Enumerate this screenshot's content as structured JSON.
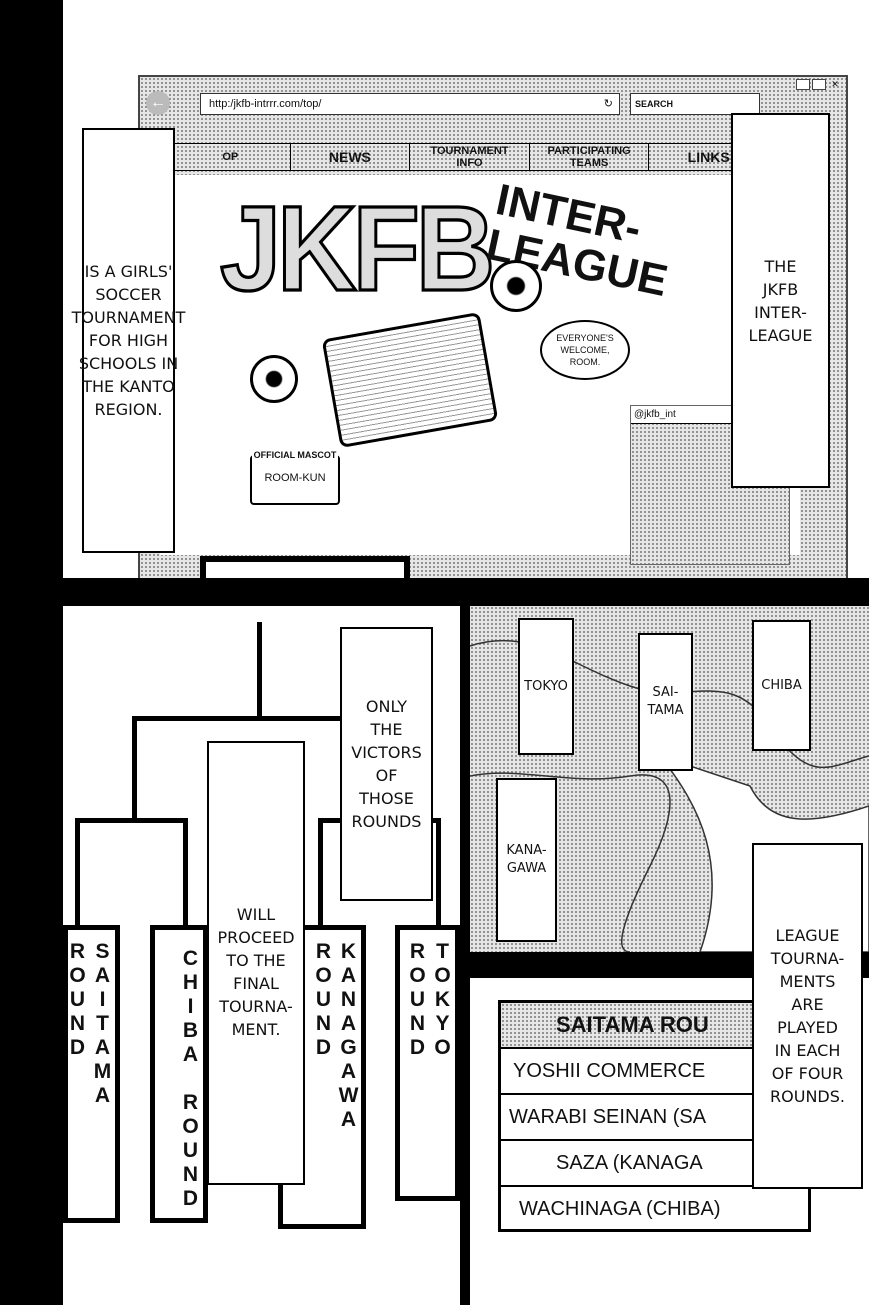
{
  "browser": {
    "url": "http:/jkfb-intrrr.com/top/",
    "search_placeholder": "SEARCH",
    "reload_icon": "↻",
    "nav": [
      "OP",
      "NEWS",
      "TOURNAMENT\nINFO",
      "PARTICIPATING\nTEAMS",
      "LINKS"
    ]
  },
  "site": {
    "logo": "JKFB",
    "headline": "INTER-\nLEAGUE",
    "speech": "EVERYONE'S\nWELCOME,\nROOM.",
    "mascot_label": "OFFICIAL MASCOT",
    "mascot_name": "ROOM-KUN",
    "twitter_handle": "@jkfb_int"
  },
  "captions": {
    "left": "IS A GIRLS'\nSOCCER\nTOURNAMENT\nFOR HIGH\nSCHOOLS IN\nTHE KANTO\nREGION.",
    "right": "THE\nJKFB\nINTER-\nLEAGUE",
    "victors": "ONLY\nTHE\nVICTORS\nOF\nTHOSE\nROUNDS",
    "proceed": "WILL\nPROCEED\nTO THE\nFINAL\nTOURNA-\nMENT.",
    "league": "LEAGUE\nTOURNA-\nMENTS\nARE\nPLAYED\nIN EACH\nOF FOUR\nROUNDS."
  },
  "rounds": [
    "SAITAMA ROUND",
    "CHIBA ROUND",
    "KANAGAWA ROUND",
    "TOKYO ROUND"
  ],
  "map_labels": {
    "tokyo": "TOKYO",
    "saitama": "SAI-\nTAMA",
    "chiba": "CHIBA",
    "kanagawa": "KANA-\nGAWA"
  },
  "table": {
    "header": "SAITAMA ROU",
    "rows": [
      "YOSHII COMMERCE",
      "WARABI SEINAN (SA",
      "SAZA (KANAGA",
      "WACHINAGA (CHIBA)"
    ]
  }
}
